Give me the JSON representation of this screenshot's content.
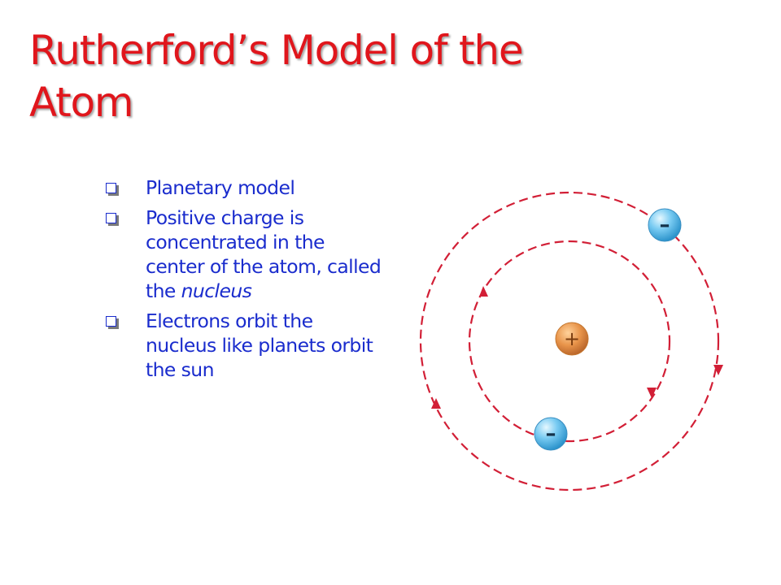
{
  "slide": {
    "title": "Rutherford’s Model of the Atom",
    "bullets": [
      {
        "text": "Planetary model"
      },
      {
        "text_before": "Positive charge is concentrated in the center of the atom, called the ",
        "text_italic": "nucleus"
      },
      {
        "text": "Electrons orbit the nucleus like planets orbit the sun"
      }
    ]
  },
  "diagram": {
    "nucleus_symbol": "+",
    "electron_symbol": "–",
    "orbit_color": "#d21f36",
    "nucleus_color": "#e8944a",
    "electron_color": "#4db4e8"
  }
}
